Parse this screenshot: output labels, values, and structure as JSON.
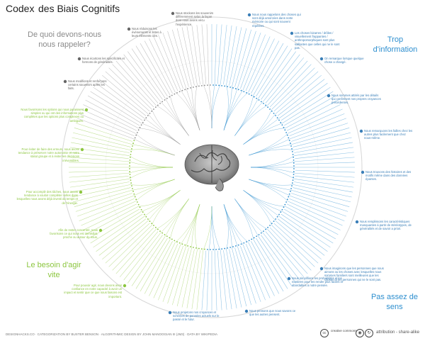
{
  "title": {
    "part_a": "Codex",
    "part_b": "des Biais Cognitifs"
  },
  "corners": {
    "memory": "De quoi devons-nous nous rappeler?",
    "info": "Trop d'information",
    "act": "Le besoin d'agir vite",
    "sense": "Pas assez de sens"
  },
  "colors": {
    "memory": "#8a8a8a",
    "info": "#2e8fcf",
    "act": "#8cc63f",
    "sense": "#2e8fcf",
    "ring": "#d6d6d6"
  },
  "annotations": [
    {
      "quadrant": "memory",
      "text": "Nous réduisons les événements et listes à leurs éléments clés."
    },
    {
      "quadrant": "memory",
      "text": "Nous stockons les souvenirs différemment selon la façon dont nous avons vécu l'expérience."
    },
    {
      "quadrant": "memory",
      "text": "Nous écartons les spécificités et formons de généralités."
    },
    {
      "quadrant": "memory",
      "text": "Nous modifions et renforçons certains souvenirs après les faits."
    },
    {
      "quadrant": "info",
      "text": "Nous nous rappelons des choses qui sont déjà amorcées dans notre mémoire ou qui sont souvent répétées."
    },
    {
      "quadrant": "info",
      "text": "Les choses bizarres / drôles / visuellement frappantes / anthropomorphiques sont plus saillantes que celles qui ne le sont pas."
    },
    {
      "quadrant": "info",
      "text": "On remarque lorsque quelque chose a changé."
    },
    {
      "quadrant": "info",
      "text": "Nous sommes attirés par les détails qui confirment nos propres croyances précédentes."
    },
    {
      "quadrant": "info",
      "text": "Nous remarquons les failles chez les autres plus facilement que chez nous-même."
    },
    {
      "quadrant": "sense",
      "text": "Nous trouvons des histoires et des motifs même dans des données éparses."
    },
    {
      "quadrant": "sense",
      "text": "Nous remplissons les caractéristiques manquantes à partir de stéréotypes, de généralités et de savoir a priori."
    },
    {
      "quadrant": "sense",
      "text": "Nous imaginons que les personnes que nous aimons ou les choses avec lesquelles nous sommes familiers sont meilleures que les choses et les personnes qui ne le sont pas."
    },
    {
      "quadrant": "sense",
      "text": "Nous simplifions les probabilités et les nombres pour les rendre plus faciles et abordables à notre pensée."
    },
    {
      "quadrant": "sense",
      "text": "Nous pensons que nous savons ce que les autres pensent."
    },
    {
      "quadrant": "sense",
      "text": "Nous projetons nos croyances et schèmes de pensées actuels sur le passé et le futur."
    },
    {
      "quadrant": "act",
      "text": "Pour pouvoir agir, nous devons avoir confiance en notre capacité à avoir un impact et sentir que ce que nous faisons est important."
    },
    {
      "quadrant": "act",
      "text": "Afin de rester concentré, nous favorisons ce qui nous est immédiat, proche ou autour de nous."
    },
    {
      "quadrant": "act",
      "text": "Pour accomplir des tâches, nous avons tendance à vouloir compléter celles dans lesquelles nous avons déjà investi du temps et de l'énergie."
    },
    {
      "quadrant": "act",
      "text": "Pour éviter de faire des erreurs, nous avons tendance à préserver notre autonomie et notre statut groupe et à éviter les décisions irréversibles."
    },
    {
      "quadrant": "act",
      "text": "Nous favorisons les options qui nous paraissent simples ou qui ont des informations plus complètes que les options plus complexes ou ambiguës."
    }
  ],
  "footer": {
    "credits": "DESIGNHACKS.CO · CATEGORIZATION BY BUSTER BENSON · ALGORITHMIC DESIGN BY JOHN MANOOGIAN III (JM3) · DATA BY WIKIPEDIA",
    "cc_text": "creative commons",
    "license": "attribution - share-alike"
  }
}
